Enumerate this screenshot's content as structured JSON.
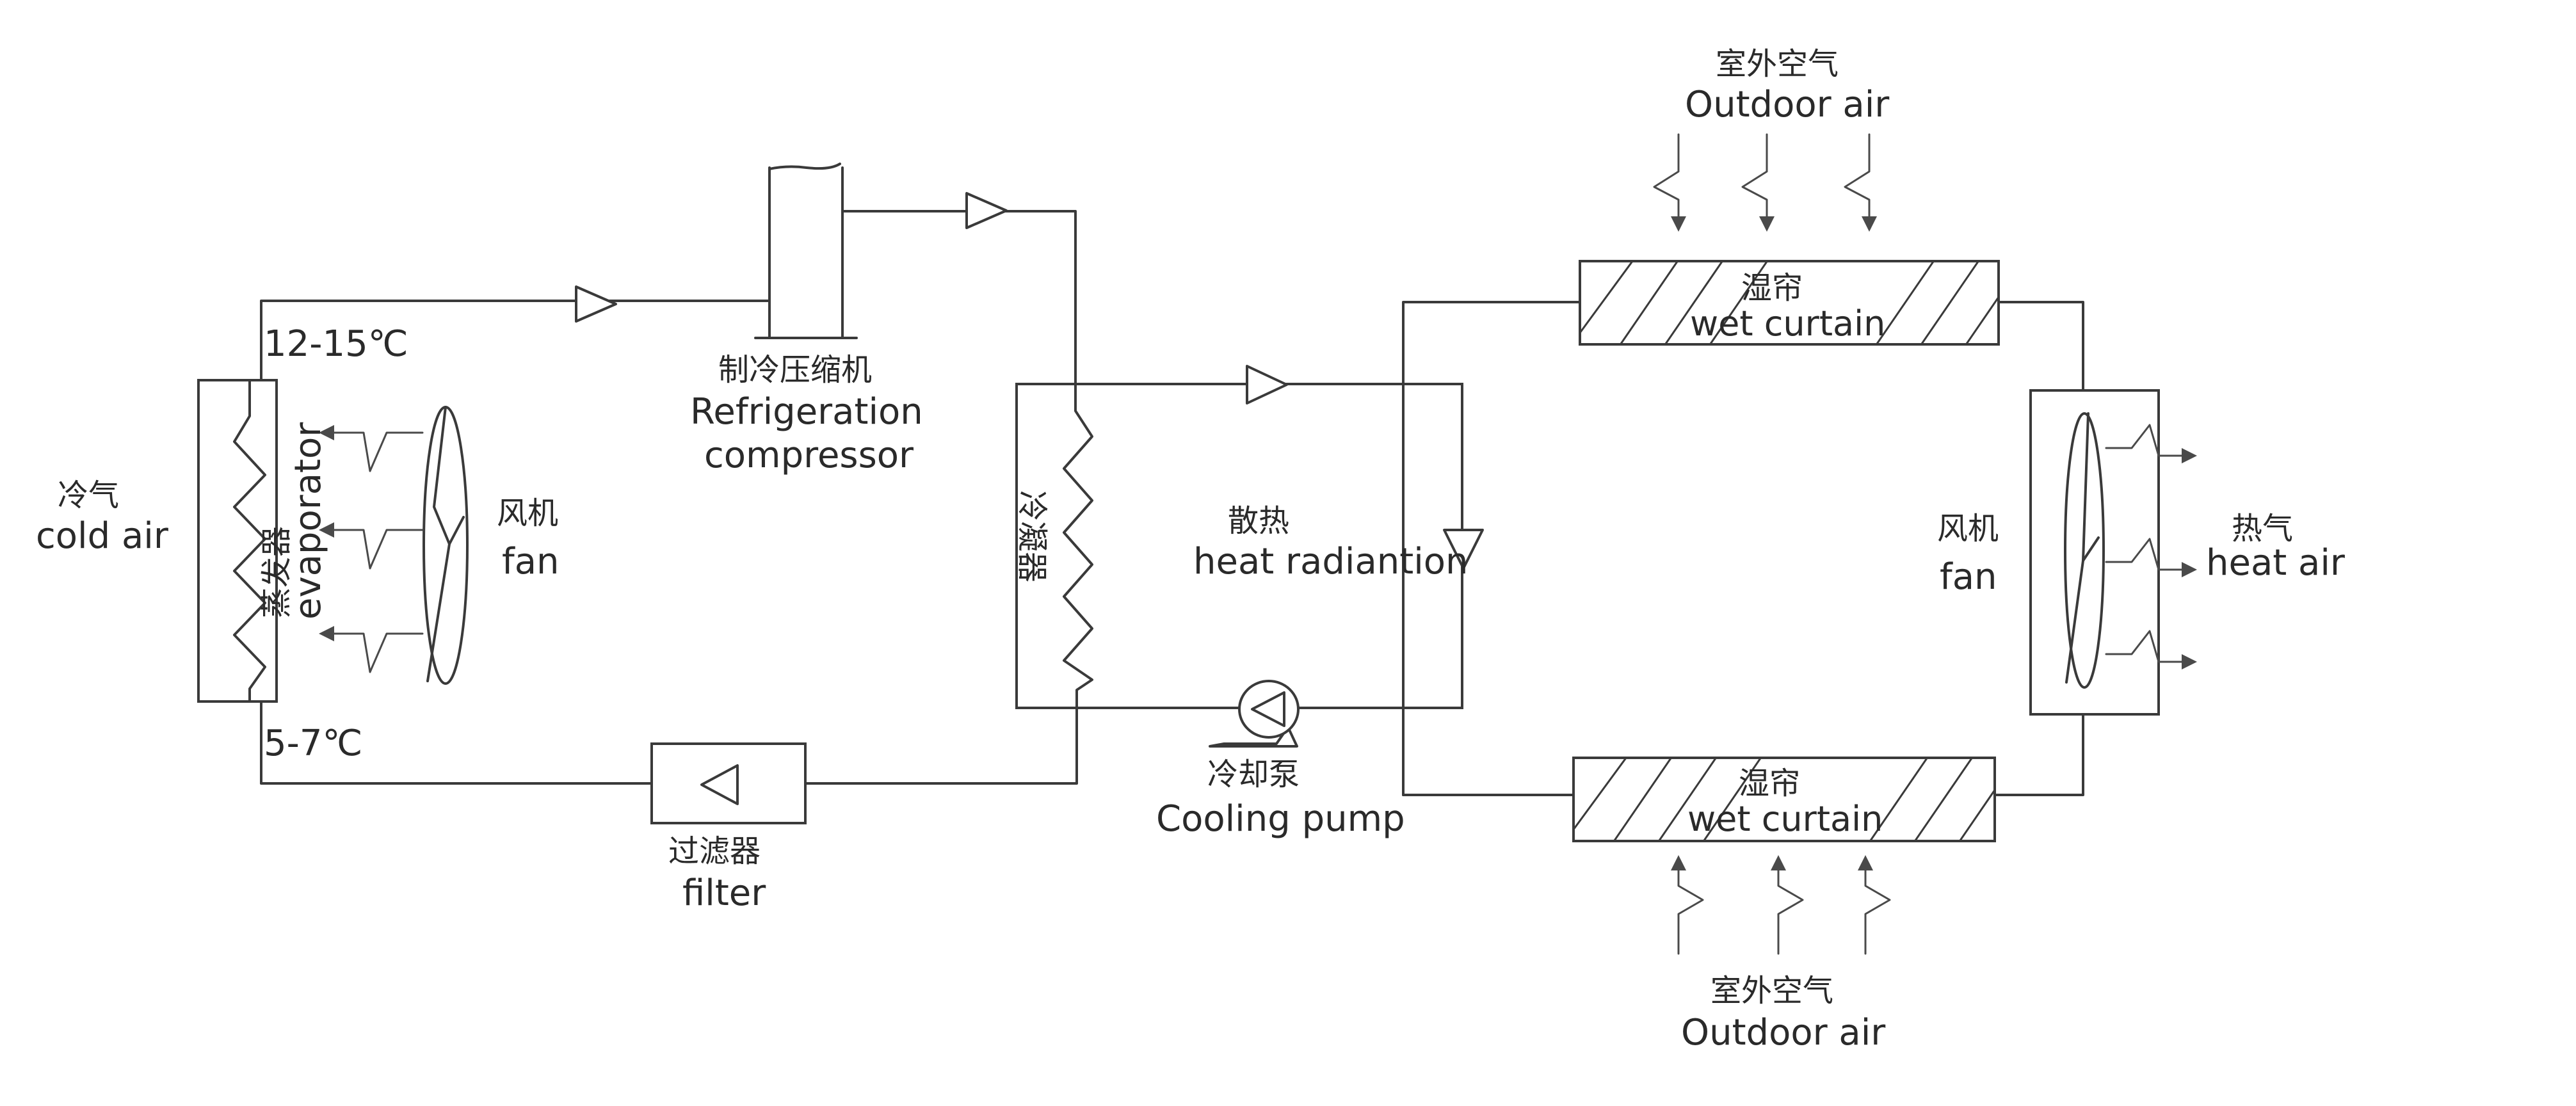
{
  "labels": {
    "evaporator_outlet_temp": "12-15℃",
    "evaporator_inlet_temp": "5-7℃",
    "cold_air_cn": "冷气",
    "cold_air_en": "cold  air",
    "evaporator_cn": "蒸发器",
    "evaporator_en": "evaporator",
    "fan_left_cn": "风机",
    "fan_left_en": "fan",
    "compressor_cn": "制冷压缩机",
    "compressor_en_1": "Refrigeration",
    "compressor_en_2": "compressor",
    "condenser_cn": "冷凝器",
    "filter_cn": "过滤器",
    "filter_en": "filter",
    "heat_radiation_cn": "散热",
    "heat_radiation_en": "heat  radiantion",
    "cooling_pump_cn": "冷却泵",
    "cooling_pump_en": "Cooling  pump",
    "wet_curtain_top_cn": "湿帘",
    "wet_curtain_top_en": "wet curtain",
    "wet_curtain_bottom_cn": "湿帘",
    "wet_curtain_bottom_en": "wet curtain",
    "outdoor_air_top_cn": "室外空气",
    "outdoor_air_top_en": "Outdoor  air",
    "outdoor_air_bottom_cn": "室外空气",
    "outdoor_air_bottom_en": "Outdoor  air",
    "fan_right_cn": "风机",
    "fan_right_en": "fan",
    "heat_air_cn": "热气",
    "heat_air_en": "heat air"
  },
  "colors": {
    "line": "#3a3a3a",
    "text": "#2a2a2a",
    "background": "#ffffff"
  }
}
